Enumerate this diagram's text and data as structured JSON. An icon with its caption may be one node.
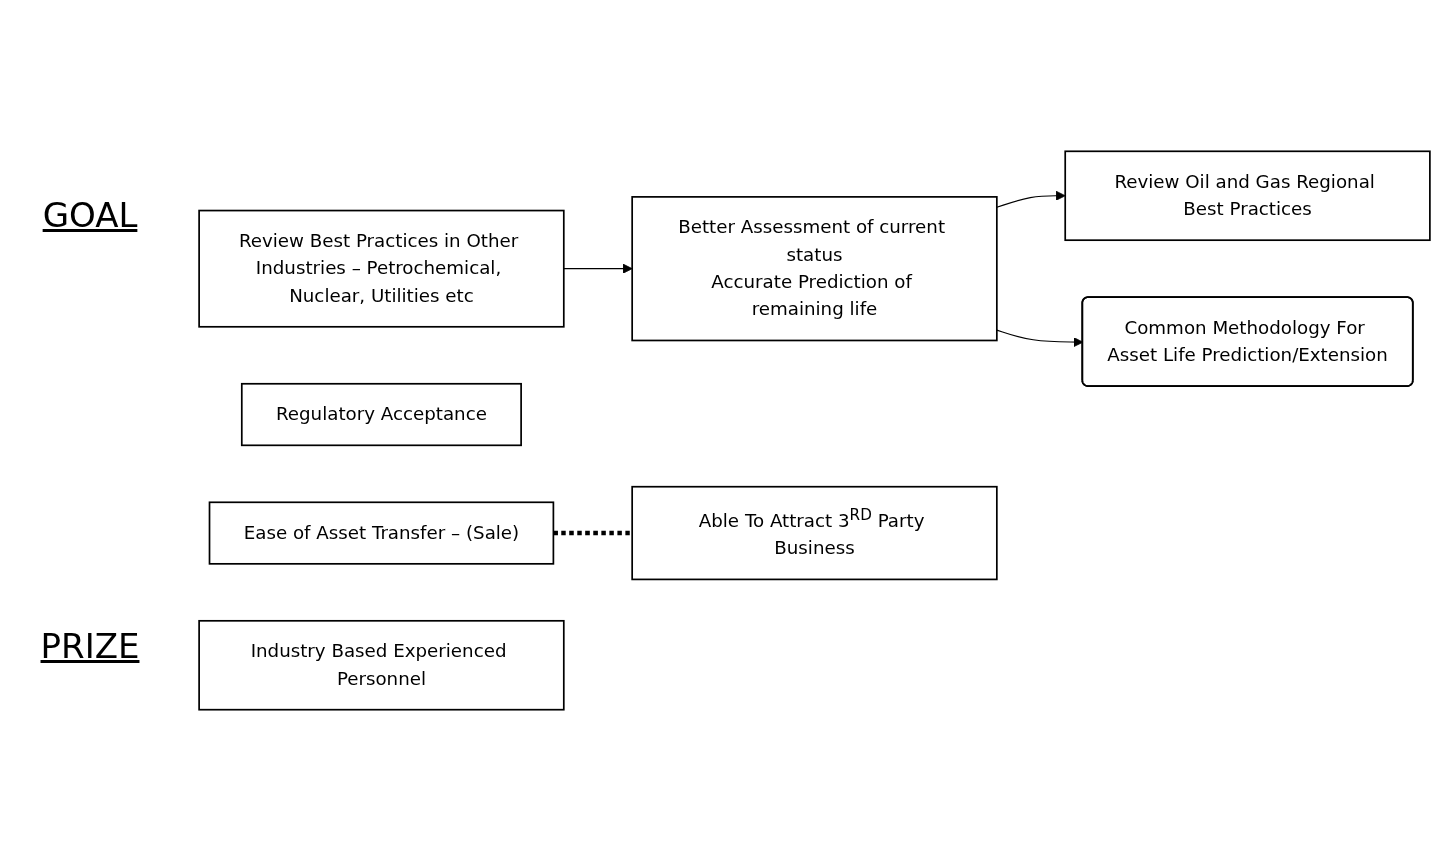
{
  "diagram": {
    "nodes": [
      {
        "text": [
          "Review Best Practices in Other Industries – Petrochemical, Nuclear, Utilities etc"
        ]
      },
      {
        "text": [
          "Better Assessment of current status",
          "Accurate Prediction of remaining life"
        ]
      },
      {
        "text": [
          "Review Oil and Gas Regional Best Practices"
        ]
      },
      {
        "text": [
          "Common Methodology For Asset Life Prediction/Extension"
        ]
      },
      {
        "text": [
          "Regulatory Acceptance"
        ]
      },
      {
        "text": [
          "Ease of Asset Transfer – (Sale)"
        ]
      },
      {
        "text": [
          "Industry Based Experienced Personnel"
        ]
      },
      {
        "text": [
          "Able To Attract 3$^{RD}$ Party Business"
        ]
      }
    ],
    "edges": [
      {
        "from": 0,
        "to": 1,
        "arrow": "to"
      },
      {
        "from": 1,
        "to": 2,
        "arrow": "to"
      },
      {
        "from": 1,
        "to": 3,
        "arrow": "to"
      },
      {
        "from": 5,
        "to": 7,
        "arrow": "none",
        "style": "dashed"
      }
    ],
    "labels": [
      "GOAL",
      "PRIZE"
    ]
  }
}
